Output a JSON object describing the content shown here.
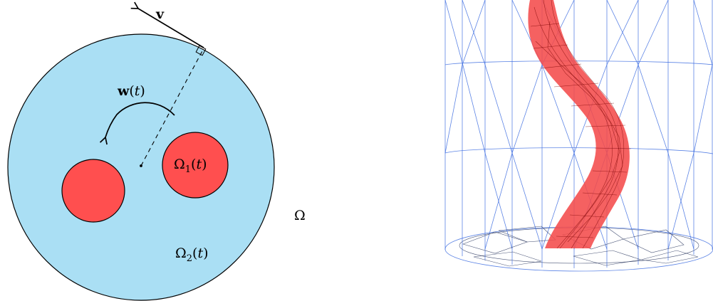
{
  "left_diagram": {
    "labels": {
      "velocity": "v",
      "rotation": "w",
      "rotation_time": "t",
      "inclusion_1": "Ω",
      "inclusion_1_sub": "1",
      "inclusion_1_time": "t",
      "fluid_region": "Ω",
      "fluid_region_sub": "2",
      "fluid_region_time": "t",
      "domain": "Ω"
    },
    "colors": {
      "domain_fill": "#aadff4",
      "inclusion_fill": "#ff4f4f",
      "outline": "#000000"
    }
  },
  "right_diagram": {
    "colors": {
      "mesh_blue": "#3f6fe0",
      "mesh_dark": "#1d2a55",
      "tube_fill": "#f44b4b",
      "tube_mesh": "#7b0000"
    }
  }
}
